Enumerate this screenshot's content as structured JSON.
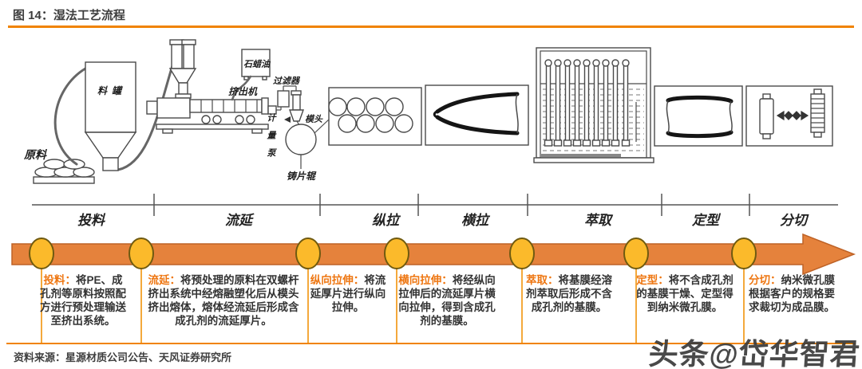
{
  "header": {
    "title": "图 14：湿法工艺流程"
  },
  "footer": {
    "source": "资料来源：星源材质公司公告、天风证券研究所"
  },
  "watermark": "头条@岱华智君",
  "diagram": {
    "labels": {
      "raw_material": "原料",
      "tank": "料罐",
      "paraffin_oil": "石蜡油",
      "extruder": "挤出机",
      "filter": "过滤器",
      "metering_pump": "计量泵",
      "die_head": "模头",
      "casting_roll": "铸片辊"
    }
  },
  "timeline": {
    "stages": [
      "投料",
      "流延",
      "纵拉",
      "横拉",
      "萃取",
      "定型",
      "分切"
    ]
  },
  "steps": [
    {
      "name": "投料：",
      "desc": "将PE、成孔剂等原料按照配方进行预处理输送至挤出系统。"
    },
    {
      "name": "流延：",
      "desc": "将预处理的原料在双螺杆挤出系统中经熔融塑化后从模头挤出熔体，熔体经流延后形成含成孔剂的流延厚片。"
    },
    {
      "name": "纵向拉伸：",
      "desc": "将流延厚片进行纵向拉伸。"
    },
    {
      "name": "横向拉伸：",
      "desc": "将经纵向拉伸后的流延厚片横向拉伸，得到含成孔剂的基膜。"
    },
    {
      "name": "萃取：",
      "desc": "将基膜经溶剂萃取后形成不含成孔剂的基膜。"
    },
    {
      "name": "定型：",
      "desc": "将不含成孔剂的基膜干燥、定型得到纳米微孔膜。"
    },
    {
      "name": "分切：",
      "desc": "纳米微孔膜根据客户的规格要求裁切为成品膜。"
    }
  ],
  "colors": {
    "accent": "#F08300",
    "arrow-fill": "#E5823C",
    "arrow-stroke": "#BE6226",
    "node-fill": "#FBBA2B",
    "node-stroke": "#6F5A10",
    "dropline": "#F4A93C",
    "keyword": "#EE7611"
  }
}
